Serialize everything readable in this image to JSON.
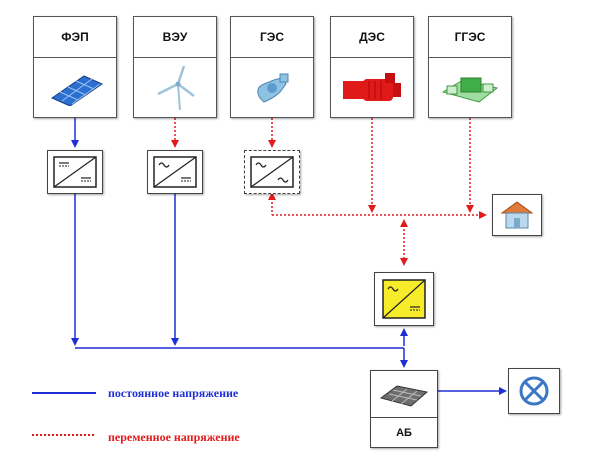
{
  "sources": [
    {
      "label": "ФЭП",
      "icon": "solar-panel-icon"
    },
    {
      "label": "ВЭУ",
      "icon": "wind-turbine-icon"
    },
    {
      "label": "ГЭС",
      "icon": "hydro-turbine-icon"
    },
    {
      "label": "ДЭС",
      "icon": "diesel-generator-icon"
    },
    {
      "label": "ГГЭС",
      "icon": "gas-generator-icon"
    }
  ],
  "battery": {
    "label": "АБ",
    "icon": "battery-icon"
  },
  "legend": {
    "dc_label": "постоянное напряжение",
    "ac_label": "переменное напряжение"
  },
  "colors": {
    "dc": "#1f2fd6",
    "ac": "#e21b1b",
    "inverter_fill": "#f7ec2a"
  }
}
